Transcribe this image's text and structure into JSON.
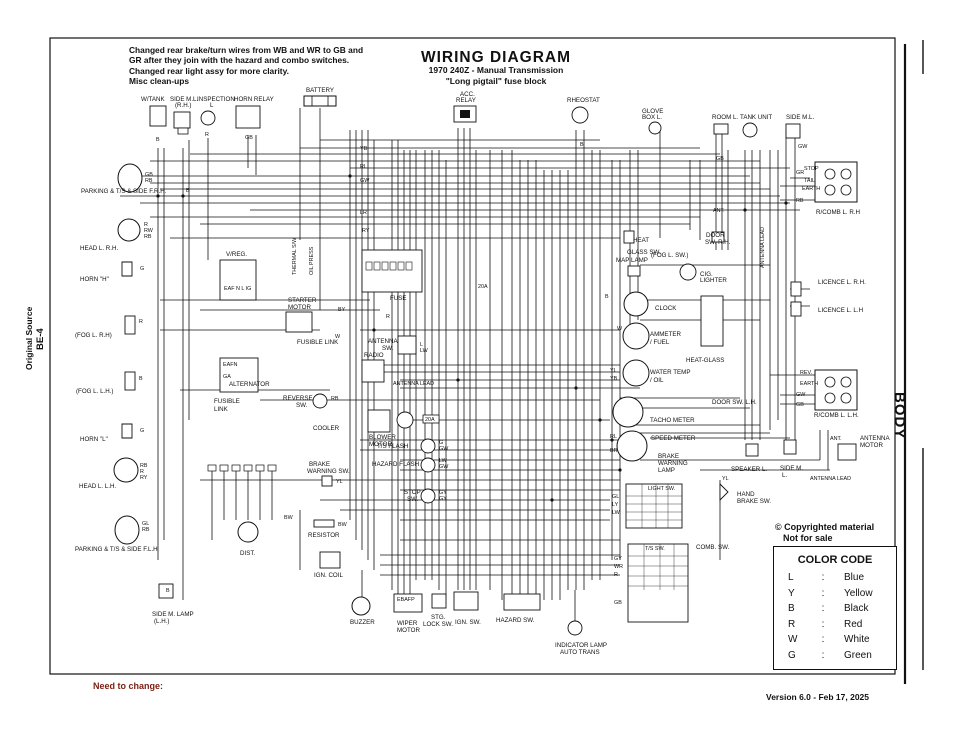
{
  "notes": [
    "Changed rear brake/turn wires from WB and WR to GB and",
    "GR after they join with the hazard and combo switches.",
    "Changed rear light assy for more clarity.",
    "Misc clean-ups"
  ],
  "title": "WIRING  DIAGRAM",
  "subtitle1": "1970 240Z - Manual Transmission",
  "subtitle2": "\"Long pigtail\" fuse block",
  "source": "Original Source",
  "page_ref": "BE-4",
  "section": "BODY",
  "copyright": [
    "© Copyrighted material",
    "Not for sale"
  ],
  "color_code": {
    "title": "COLOR  CODE",
    "rows": [
      {
        "code": "L",
        "name": "Blue"
      },
      {
        "code": "Y",
        "name": "Yellow"
      },
      {
        "code": "B",
        "name": "Black"
      },
      {
        "code": "R",
        "name": "Red"
      },
      {
        "code": "W",
        "name": "White"
      },
      {
        "code": "G",
        "name": "Green"
      }
    ]
  },
  "need_to_change": "Need to change:",
  "version": "Version 6.0 - Feb 17, 2025",
  "components": {
    "wtank": "W/TANK",
    "side_ml_rh": "SIDE M.L.",
    "side_ml_rh2": "(R.H.)",
    "inspection": "INSPECTION",
    "inspection2": "L",
    "horn_relay": "HORN RELAY",
    "battery": "BATTERY",
    "acc_relay": "ACC.",
    "acc_relay2": "RELAY",
    "rheostat": "RHEOSTAT",
    "glove_box": "GLOVE",
    "glove_box2": "BOX L.",
    "room_l": "ROOM L.",
    "tank_unit": "TANK UNIT",
    "side_ml_top": "SIDE M.L.",
    "parking_rh": "PARKING & T/S & SIDE F.R.H.",
    "head_rh": "HEAD L. R.H.",
    "horn_h": "HORN \"H\"",
    "fog_rh": "(FOG L. R.H)",
    "fog_lh": "(FOG L. L.H.)",
    "horn_l": "HORN \"L\"",
    "head_lh": "HEAD L. L.H.",
    "parking_lh": "PARKING & T/S & SIDE F.L.H",
    "side_m_lamp": "SIDE M. LAMP",
    "side_m_lamp2": "(L.H.)",
    "vreg": "V/REG.",
    "starter_motor": "STARTER",
    "starter_motor2": "MOTOR",
    "fusible_link": "FUSIBLE",
    "fusible_link2": "LINK",
    "fusible_link3": "FUSIBLE LINK",
    "alternator": "ALTERNATOR",
    "thermal_sw": "THERMAL S/W",
    "oil_press": "OIL PRESS",
    "fuse": "FUSE",
    "antenna": "ANTENNA",
    "antenna2": "SW.",
    "radio": "RADIO",
    "antenna_lead": "ANTENNA LEAD",
    "reverse_sw": "REVERSE",
    "reverse_sw2": "SW.",
    "cooler": "COOLER",
    "blower": "BLOWER",
    "blower2": "MOTOR",
    "ts_flash": "T/S FLASH",
    "hazard_flash": "HAZARD FLASH",
    "brake_warn_sw": "BRAKE",
    "brake_warn_sw2": "WARNING SW.",
    "stop_sw": "STOP",
    "stop_sw2": "SW.",
    "resistor": "RESISTOR",
    "dist": "DIST.",
    "ign_coil": "IGN. COIL",
    "buzzer": "BUZZER",
    "wiper": "WIPER",
    "wiper2": "MOTOR",
    "stg_lock": "STG.",
    "stg_lock2": "LOCK SW.",
    "ign_sw": "IGN. SW.",
    "hazard_sw": "HAZARD SW.",
    "indicator": "INDICATOR LAMP",
    "indicator2": "AUTO TRANS",
    "map_lamp": "MAP LAMP",
    "heat_glass_sw": "HEAT",
    "heat_glass_sw2": "GLASS SW.",
    "door_sw_rh": "DOOR",
    "door_sw_rh2": "SW. R.H.",
    "fog_sw": "(FOG L. SW.)",
    "cig_lighter": "CIG.",
    "cig_lighter2": "LIGHTER",
    "clock": "CLOCK",
    "ammeter": "AMMETER",
    "ammeter2": "/ FUEL",
    "heat_glass": "HEAT-GLASS",
    "water_temp": "WATER TEMP",
    "water_temp2": "/ OIL",
    "door_sw_lh": "DOOR SW. L.H.",
    "tacho": "TACHO METER",
    "speedo": "SPEED METER",
    "brake_lamp": "BRAKE",
    "brake_lamp2": "WARNING",
    "brake_lamp3": "LAMP",
    "speaker": "SPEAKER L.",
    "side_ml_bottom": "SIDE M.",
    "side_ml_bottom2": "L.",
    "antenna_motor": "ANTENNA",
    "antenna_motor2": "MOTOR",
    "antenna_lead2": "ANTENNA LEAD",
    "hand_brake": "HAND",
    "hand_brake2": "BRAKE SW.",
    "light_sw": "LIGHT SW.",
    "comb_sw": "COMB. SW.",
    "ts_sw": "T/S SW.",
    "rcomb_rh": "R/COMB L. R.H",
    "rcomb_lh": "R/COMB L. L.H.",
    "licence_rh": "LICENCE L. R.H.",
    "licence_lh": "LICENCE L. L.H",
    "ant_label": "ANT.",
    "ant_label2": "ANT.",
    "antenna_lead3": "ANTENNA LEAD"
  },
  "wire_codes": {
    "gb": "GB",
    "gr": "GR",
    "b": "B",
    "rw": "RW",
    "rb": "RB",
    "r": "R",
    "g": "G",
    "lw": "LW",
    "ry": "RY",
    "gl": "GL",
    "yl": "YL",
    "gy": "GY",
    "bw": "BW",
    "lb": "LB",
    "yb": "YB",
    "wr": "WR",
    "lr": "LR",
    "ly": "LY",
    "rl": "RL",
    "gw": "GW",
    "w": "W",
    "y": "Y",
    "l": "L",
    "br": "BR",
    "by": "BY",
    "wb": "WB",
    "stop": "STOP",
    "tail": "TAIL",
    "earth": "EARTH",
    "rev": "REV.",
    "a20": "20A",
    "a20l": "20A"
  }
}
